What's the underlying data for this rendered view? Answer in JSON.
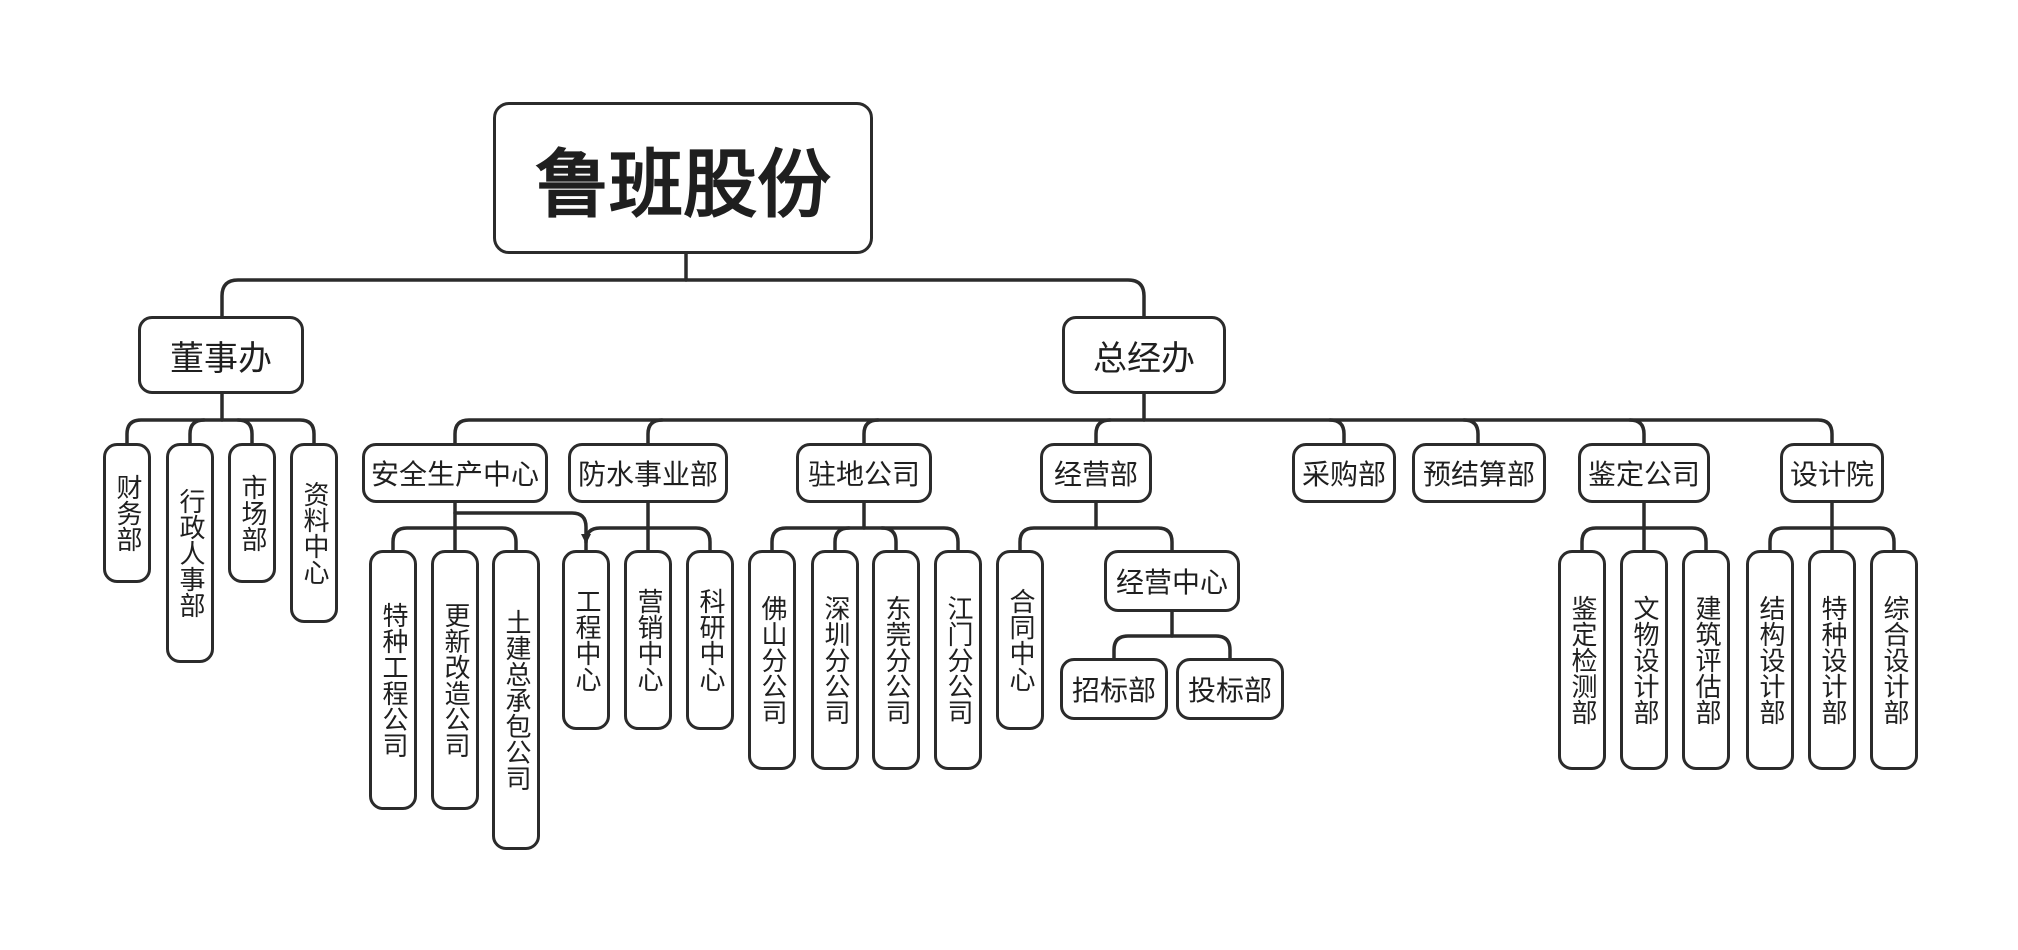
{
  "root": "鲁班股份",
  "dongshiban": {
    "label": "董事办",
    "children": [
      "财务部",
      "行政人事部",
      "市场部",
      "资料中心"
    ]
  },
  "zongjingban": {
    "label": "总经办",
    "divisions": [
      {
        "label": "安全生产中心",
        "children": [
          "特种工程公司",
          "更新改造公司",
          "土建总承包公司"
        ]
      },
      {
        "label": "防水事业部",
        "children": [
          "工程中心",
          "营销中心",
          "科研中心"
        ]
      },
      {
        "label": "驻地公司",
        "children": [
          "佛山分公司",
          "深圳分公司",
          "东莞分公司",
          "江门分公司"
        ]
      },
      {
        "label": "经营部",
        "children": [
          "合同中心"
        ],
        "sub": {
          "label": "经营中心",
          "children": [
            "招标部",
            "投标部"
          ]
        }
      },
      {
        "label": "采购部"
      },
      {
        "label": "预结算部"
      },
      {
        "label": "鉴定公司",
        "children": [
          "鉴定检测部",
          "文物设计部",
          "建筑评估部"
        ]
      },
      {
        "label": "设计院",
        "children": [
          "结构设计部",
          "特种设计部",
          "综合设计部"
        ]
      }
    ]
  },
  "colors": {
    "line": "#2b2b2b",
    "text": "#1f1f1f",
    "background": "#ffffff"
  }
}
